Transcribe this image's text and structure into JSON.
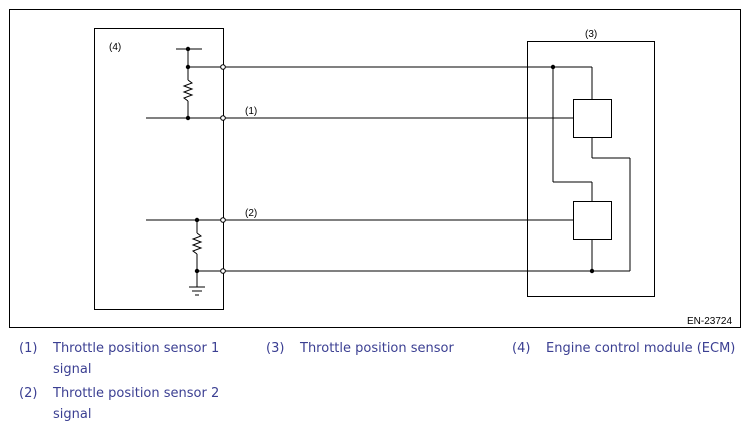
{
  "diagram": {
    "labels": {
      "ecm": "(4)",
      "sensor": "(3)",
      "signal1": "(1)",
      "signal2": "(2)",
      "figure_id": "EN-23724"
    }
  },
  "legend": [
    {
      "num": "(1)",
      "line1": "Throttle position sensor 1",
      "line2": "signal"
    },
    {
      "num": "(2)",
      "line1": "Throttle position sensor 2",
      "line2": "signal"
    },
    {
      "num": "(3)",
      "line1": "Throttle position sensor",
      "line2": ""
    },
    {
      "num": "(4)",
      "line1": "Engine control module (ECM)",
      "line2": ""
    }
  ],
  "colors": {
    "legend_text": "#3b3f92",
    "line": "#000000"
  }
}
